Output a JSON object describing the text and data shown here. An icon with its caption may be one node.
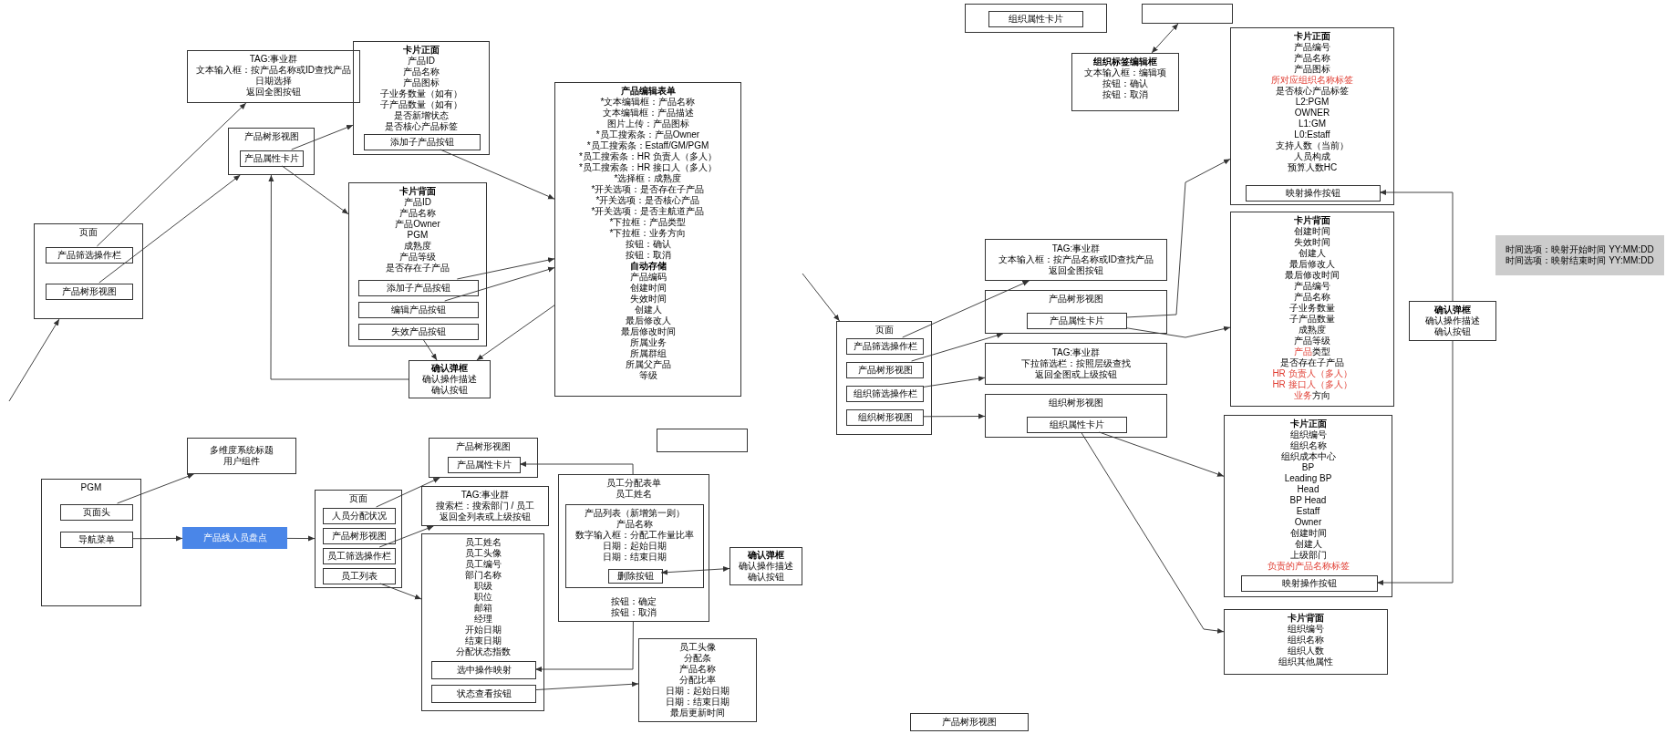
{
  "diagram": {
    "nodes": [
      {
        "text": [
          "页面"
        ]
      },
      {
        "text": [
          "产品筛选操作栏"
        ],
        "in": 0
      },
      {
        "text": [
          "产品树形视图"
        ],
        "in": 0
      },
      {
        "text": [
          "TAG:事业群",
          "文本输入框：按产品名称或ID查找产品",
          "日期选择",
          "返回全图按钮"
        ]
      },
      {
        "text": [
          "产品树形视图"
        ]
      },
      {
        "text": [
          "产品属性卡片"
        ],
        "in": 4
      },
      {
        "text": [
          "卡片正面",
          "产品ID",
          "产品名称",
          "产品图标",
          "子业务数量（如有）",
          "子产品数量（如有）",
          "是否新增状态",
          "是否核心产品标签"
        ]
      },
      {
        "text": [
          "添加子产品按钮"
        ],
        "in": 6
      },
      {
        "text": [
          "卡片背面",
          "产品ID",
          "产品名称",
          "产品Owner",
          "PGM",
          "成熟度",
          "产品等级",
          "是否存在子产品"
        ]
      },
      {
        "text": [
          "添加子产品按钮"
        ],
        "in": 8
      },
      {
        "text": [
          "编辑产品按钮"
        ],
        "in": 8
      },
      {
        "text": [
          "失效产品按钮"
        ],
        "in": 8
      },
      {
        "text": [
          "产品编辑表单",
          "*文本编辑框：产品名称",
          "文本编辑框：产品描述",
          "图片上传：产品图标",
          "*员工搜索条：产品Owner",
          "*员工搜索条：Estaff/GM/PGM",
          "*员工搜索条：HR 负责人（多人）",
          "*员工搜索条：HR 接口人（多人）",
          "*选择框：成熟度",
          "*开关选项：是否存在子产品",
          "*开关选项：是否核心产品",
          "*开关选项：是否主航道产品",
          "*下拉框：产品类型",
          "*下拉框：业务方向",
          "按钮：确认",
          "按钮：取消",
          "自动存储",
          "产品编码",
          "创建时间",
          "失效时间",
          "创建人",
          "最后修改人",
          "最后修改时间",
          "所属业务",
          "所属群组",
          "所属父产品",
          "等级"
        ]
      },
      {
        "text": [
          "确认弹框",
          "确认操作描述",
          "确认按钮"
        ]
      },
      {
        "text": [
          "PGM"
        ]
      },
      {
        "text": [
          "页面头"
        ],
        "in": 14
      },
      {
        "text": [
          "导航菜单"
        ],
        "in": 14
      },
      {
        "text": [
          "多维度系统标题",
          "用户组件"
        ]
      },
      {
        "text": [
          "产品线人员盘点"
        ]
      },
      {
        "text": [
          "页面"
        ]
      },
      {
        "text": [
          "人员分配状况"
        ],
        "in": 19
      },
      {
        "text": [
          "产品树形视图"
        ],
        "in": 19
      },
      {
        "text": [
          "员工筛选操作栏"
        ],
        "in": 19
      },
      {
        "text": [
          "员工列表"
        ],
        "in": 19
      },
      {
        "text": [
          "产品树形视图"
        ]
      },
      {
        "text": [
          "产品属性卡片"
        ],
        "in": 24
      },
      {
        "text": [
          "TAG:事业群",
          "搜索栏：搜索部门 / 员工",
          "返回全列表或上级按钮"
        ]
      },
      {
        "text": [
          "员工姓名",
          "员工头像",
          "员工编号",
          "部门名称",
          "职级",
          "职位",
          "邮箱",
          "经理",
          "开始日期",
          "结束日期",
          "分配状态指数"
        ]
      },
      {
        "text": [
          "选中操作映射"
        ],
        "in": 27
      },
      {
        "text": [
          "状态查看按钮"
        ],
        "in": 27
      },
      {
        "text": [
          "员工分配表单",
          "员工姓名",
          "按钮：确定",
          "按钮：取消"
        ]
      },
      {
        "text": [
          "产品列表（新增第一则）",
          "产品名称",
          "数字输入框：分配工作量比率",
          "日期：起始日期",
          "日期：结束日期"
        ],
        "in": 30
      },
      {
        "text": [
          "删除按钮"
        ],
        "in": 31
      },
      {
        "text": [
          "确认弹框",
          "确认操作描述",
          "确认按钮"
        ]
      },
      {
        "text": [
          "员工头像",
          "分配条",
          "产品名称",
          "分配比率",
          "日期：起始日期",
          "日期：结束日期",
          "最后更新时间"
        ]
      },
      {
        "text": [],
        "shape": "box"
      },
      {
        "text": [],
        "shape": "box"
      },
      {
        "text": [
          "组织属性卡片"
        ],
        "in": 36
      },
      {
        "text": [],
        "shape": "box"
      },
      {
        "text": [
          "组织标签编辑框",
          "文本输入框：编辑项",
          "按钮：确认",
          "按钮：取消"
        ]
      },
      {
        "text": [
          "卡片正面",
          "产品编号",
          "产品名称",
          "产品图标",
          "所对应组织名称标签",
          "是否核心产品标签",
          "L2:PGM",
          "OWNER",
          "L1:GM",
          "L0:Estaff",
          "支持人数（当前）",
          "人员构成",
          "预算人数HC"
        ]
      },
      {
        "text": [
          "映射操作按钮"
        ],
        "in": 40
      },
      {
        "text": [
          "卡片背面",
          "创建时间",
          "失效时间",
          "创建人",
          "最后修改人",
          "最后修改时间",
          "产品编号",
          "产品名称",
          "子业务数量",
          "子产品数量",
          "成熟度",
          "产品等级",
          "产品类型",
          "是否存在子产品",
          "HR 负责人（多人）",
          "HR 接口人（多人）",
          "业务方向"
        ]
      },
      {
        "text": [
          "页面"
        ]
      },
      {
        "text": [
          "产品筛选操作栏"
        ],
        "in": 43
      },
      {
        "text": [
          "产品树形视图"
        ],
        "in": 43
      },
      {
        "text": [
          "组织筛选操作栏"
        ],
        "in": 43
      },
      {
        "text": [
          "组织树形视图"
        ],
        "in": 43
      },
      {
        "text": [
          "TAG:事业群",
          "文本输入框：按产品名称或ID查找产品",
          "返回全图按钮"
        ]
      },
      {
        "text": [
          "产品树形视图"
        ]
      },
      {
        "text": [
          "产品属性卡片"
        ],
        "in": 49
      },
      {
        "text": [
          "TAG:事业群",
          "下拉筛选栏：按照层级查找",
          "返回全图或上级按钮"
        ]
      },
      {
        "text": [
          "组织树形视图"
        ]
      },
      {
        "text": [
          "组织属性卡片"
        ],
        "in": 52
      },
      {
        "text": [
          "确认弹框",
          "确认操作描述",
          "确认按钮"
        ]
      },
      {
        "text": [
          "时间选项：映射开始时间 YY:MM:DD",
          "时间选项：映射结束时间 YY:MM:DD"
        ]
      },
      {
        "text": [
          "卡片正面",
          "组织编号",
          "组织名称",
          "组织成本中心",
          "BP",
          "Leading BP",
          "Head",
          "BP Head",
          "Estaff",
          "Owner",
          "创建时间",
          "创建人",
          "上级部门",
          "负责的产品名称标签"
        ]
      },
      {
        "text": [
          "映射操作按钮"
        ],
        "in": 56
      },
      {
        "text": [
          "卡片背面",
          "组织编号",
          "组织名称",
          "组织人数",
          "组织其他属性"
        ]
      },
      {
        "text": [
          "产品树形视图"
        ]
      }
    ],
    "edges": [
      {
        "from": null,
        "to": 0,
        "arrow": "to"
      },
      {
        "from": 1,
        "to": 3,
        "arrow": "to"
      },
      {
        "from": 2,
        "to": 4,
        "arrow": "to"
      },
      {
        "from": 5,
        "to": 6,
        "arrow": "to"
      },
      {
        "from": 5,
        "to": 8,
        "arrow": "to"
      },
      {
        "from": 7,
        "to": 12,
        "arrow": "to"
      },
      {
        "from": 9,
        "to": 12,
        "arrow": "to"
      },
      {
        "from": 10,
        "to": 12,
        "arrow": "to"
      },
      {
        "from": 11,
        "to": 13,
        "arrow": "to"
      },
      {
        "from": 12,
        "to": 13,
        "arrow": "to"
      },
      {
        "from": 13,
        "to": 4,
        "arrow": "to"
      },
      {
        "from": 15,
        "to": 17,
        "arrow": "to"
      },
      {
        "from": 16,
        "to": 18,
        "arrow": "to"
      },
      {
        "from": 18,
        "to": 19,
        "arrow": "to"
      },
      {
        "from": 20,
        "to": 24,
        "arrow": "to"
      },
      {
        "from": 22,
        "to": 26,
        "arrow": "to"
      },
      {
        "from": 23,
        "to": 27,
        "arrow": "to"
      },
      {
        "from": 30,
        "to": 25,
        "arrow": "to"
      },
      {
        "from": 30,
        "to": 28,
        "arrow": "to"
      },
      {
        "from": 32,
        "to": 33,
        "arrow": "both"
      },
      {
        "from": 29,
        "to": 34,
        "arrow": "to"
      },
      {
        "from": 39,
        "to": 38,
        "arrow": "both"
      },
      {
        "from": null,
        "to": 43,
        "arrow": "to"
      },
      {
        "from": 44,
        "to": 48,
        "arrow": "to"
      },
      {
        "from": 45,
        "to": 49,
        "arrow": "to"
      },
      {
        "from": 46,
        "to": 51,
        "arrow": "to"
      },
      {
        "from": 47,
        "to": 52,
        "arrow": "to"
      },
      {
        "from": 50,
        "to": 40,
        "arrow": "to"
      },
      {
        "from": 50,
        "to": 42,
        "arrow": "to"
      },
      {
        "from": 53,
        "to": 56,
        "arrow": "to"
      },
      {
        "from": 53,
        "to": 58,
        "arrow": "to"
      },
      {
        "from": 54,
        "to": 41,
        "arrow": "to"
      },
      {
        "from": 54,
        "to": 57,
        "arrow": "to"
      }
    ]
  }
}
